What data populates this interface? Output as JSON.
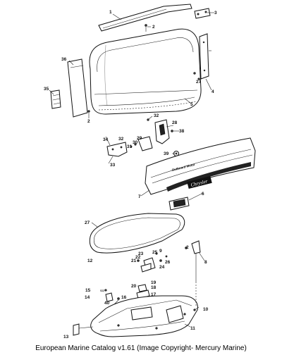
{
  "caption": "European Marine Catalog v1.61 (Image Copyright- Mercury Marine)",
  "decal": {
    "brand": "Chrysler",
    "model": "Outboard Motor"
  },
  "callouts": [
    {
      "id": "c1",
      "text": "1"
    },
    {
      "id": "c2a",
      "text": "2"
    },
    {
      "id": "c2b",
      "text": "2"
    },
    {
      "id": "c2c",
      "text": "2"
    },
    {
      "id": "c3",
      "text": "3"
    },
    {
      "id": "c4",
      "text": "4"
    },
    {
      "id": "c5",
      "text": "5"
    },
    {
      "id": "c6",
      "text": "6"
    },
    {
      "id": "c7",
      "text": "7"
    },
    {
      "id": "c8",
      "text": "8"
    },
    {
      "id": "c9",
      "text": "9"
    },
    {
      "id": "c10",
      "text": "10"
    },
    {
      "id": "c11",
      "text": "11"
    },
    {
      "id": "c12",
      "text": "12"
    },
    {
      "id": "c13",
      "text": "13"
    },
    {
      "id": "c14",
      "text": "14"
    },
    {
      "id": "c15",
      "text": "15"
    },
    {
      "id": "c16",
      "text": "16"
    },
    {
      "id": "c17",
      "text": "17"
    },
    {
      "id": "c18",
      "text": "18"
    },
    {
      "id": "c19",
      "text": "19"
    },
    {
      "id": "c20",
      "text": "20"
    },
    {
      "id": "c21",
      "text": "21"
    },
    {
      "id": "c22",
      "text": "22"
    },
    {
      "id": "c23",
      "text": "23"
    },
    {
      "id": "c24",
      "text": "24"
    },
    {
      "id": "c25",
      "text": "25"
    },
    {
      "id": "c26",
      "text": "26"
    },
    {
      "id": "c27a",
      "text": "27"
    },
    {
      "id": "c27b",
      "text": "27"
    },
    {
      "id": "c28",
      "text": "28"
    },
    {
      "id": "c29",
      "text": "29"
    },
    {
      "id": "c30",
      "text": "30"
    },
    {
      "id": "c31",
      "text": "31"
    },
    {
      "id": "c32a",
      "text": "32"
    },
    {
      "id": "c32b",
      "text": "32"
    },
    {
      "id": "c33",
      "text": "33"
    },
    {
      "id": "c34",
      "text": "34"
    },
    {
      "id": "c35",
      "text": "35"
    },
    {
      "id": "c36",
      "text": "36"
    },
    {
      "id": "c38",
      "text": "38"
    },
    {
      "id": "c39",
      "text": "39"
    },
    {
      "id": "c40",
      "text": "40"
    }
  ]
}
